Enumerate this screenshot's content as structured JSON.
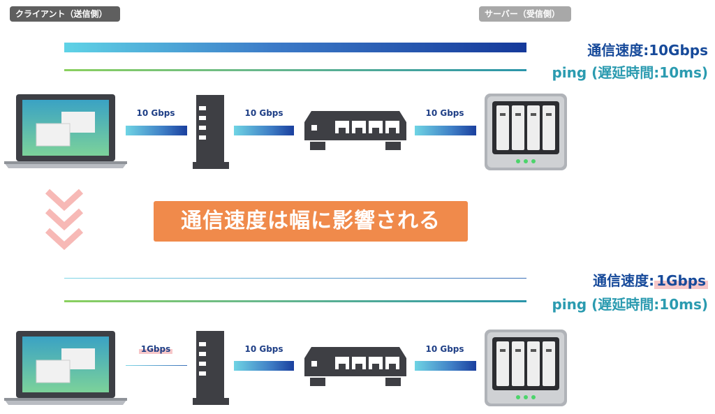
{
  "labels": {
    "client": "クライアント（送信側）",
    "server": "サーバー（受信側）"
  },
  "top": {
    "speed_prefix": "通信速度:",
    "speed_value": "10Gbps",
    "ping": "ping (遅延時間:10ms)",
    "links": [
      {
        "label": "10 Gbps"
      },
      {
        "label": "10 Gbps"
      },
      {
        "label": "10 Gbps"
      }
    ]
  },
  "banner": "通信速度は幅に影響される",
  "bottom": {
    "speed_prefix": "通信速度:",
    "speed_value": "1Gbps",
    "ping": "ping (遅延時間:10ms)",
    "links": [
      {
        "label": "1Gbps"
      },
      {
        "label": "10 Gbps"
      },
      {
        "label": "10 Gbps"
      }
    ]
  },
  "colors": {
    "speed_text": "#174a9a",
    "ping_text": "#2b9bb0",
    "banner_bg": "#f08a4b",
    "highlight": "#f7c7c9",
    "chevron": "#f7b9b6"
  },
  "icons": [
    "laptop-icon",
    "router-icon",
    "switch-icon",
    "nas-server-icon",
    "chevron-down-icon"
  ]
}
